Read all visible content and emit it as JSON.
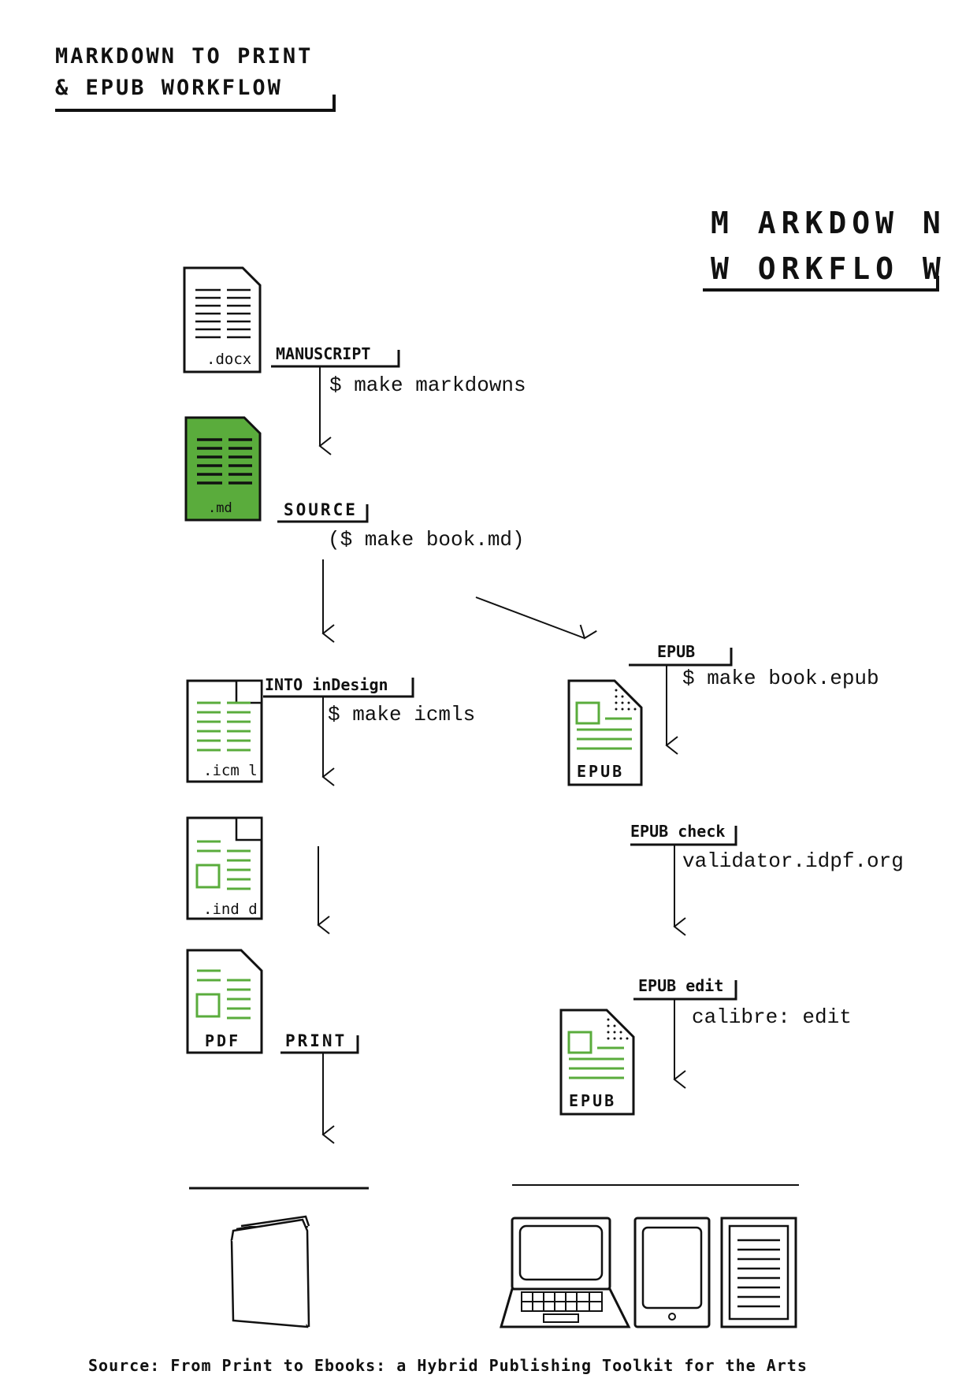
{
  "title": {
    "line1": "MARKDOWN TO PRINT",
    "line2": "&  EPUB  WORKFLOW"
  },
  "subtitle": {
    "line1": "M ARKDOW N",
    "line2": "W ORKFLO W"
  },
  "files": {
    "docx": ".docx",
    "md": ".md",
    "icml": ".icm l",
    "indd": ".ind d",
    "pdf": "PDF",
    "epub1": "EPUB",
    "epub2": "EPUB"
  },
  "steps": {
    "manuscript": {
      "label": "MANUSCRIPT",
      "command": "$ make markdowns"
    },
    "source": {
      "label": "SOURCE",
      "command": "($ make book.md)"
    },
    "indesign": {
      "label": "INTO inDesign",
      "command": "$ make icmls"
    },
    "print": {
      "label": "PRINT"
    },
    "epub": {
      "label": "EPUB",
      "command": "$ make book.epub"
    },
    "epub_check": {
      "label": "EPUB check",
      "command": "validator.idpf.org"
    },
    "epub_edit": {
      "label": "EPUB edit",
      "command": "calibre: edit"
    }
  },
  "footer": "Source: From Print to Ebooks: a Hybrid Publishing Toolkit for the Arts",
  "colors": {
    "accent": "#5aac3c",
    "ink": "#111111",
    "paper": "#ffffff"
  }
}
